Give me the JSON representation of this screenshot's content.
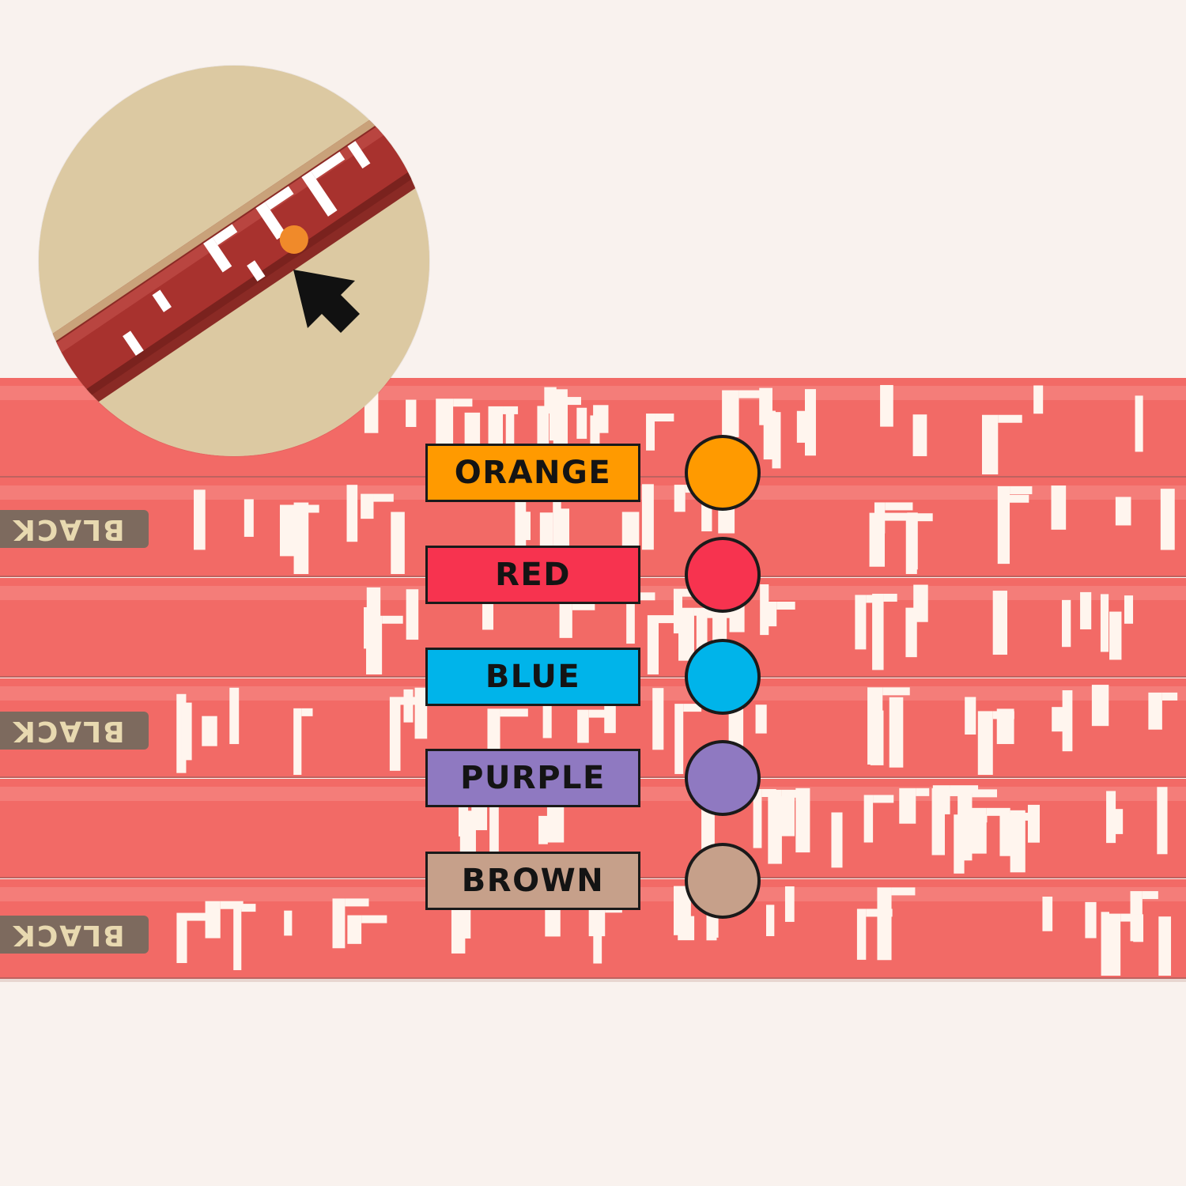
{
  "brand_text": "BLACK",
  "legend": [
    {
      "label": "ORANGE",
      "color": "#ff9a00"
    },
    {
      "label": "RED",
      "color": "#f7334f"
    },
    {
      "label": "BLUE",
      "color": "#00b4ea"
    },
    {
      "label": "PURPLE",
      "color": "#8f79c1"
    },
    {
      "label": "BROWN",
      "color": "#c6a08a"
    }
  ],
  "colors": {
    "background": "#f9f2ee",
    "pencil_body": "#f26a66",
    "pencil_stripe": "#fff5ee",
    "inset_background": "#dcc9a2",
    "inset_pencil": "#a8322e"
  },
  "icons": [
    "cursor-arrow-icon"
  ]
}
